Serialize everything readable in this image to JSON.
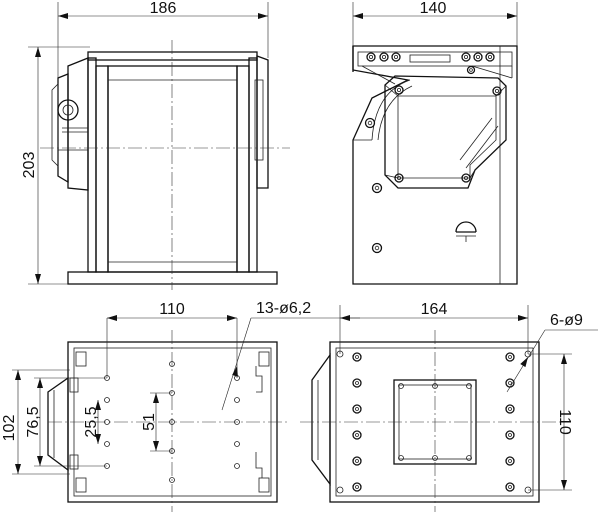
{
  "dimensions": {
    "front_width": "186",
    "front_height": "203",
    "side_width": "140",
    "top_center_width": "110",
    "holes_13": "13-ø6,2",
    "top_overall_height": "102",
    "top_inner_height": "76,5",
    "top_offset": "25,5",
    "top_pitch": "51",
    "bottom_width": "164",
    "holes_6": "6-ø9",
    "bottom_height": "110"
  }
}
